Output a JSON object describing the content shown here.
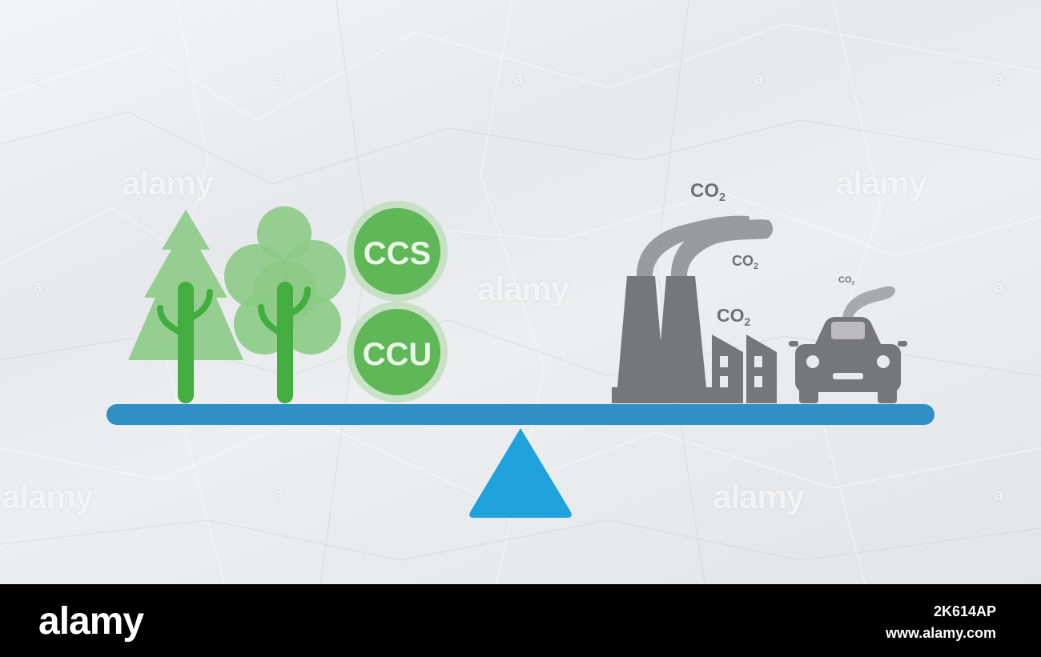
{
  "scene": {
    "badges": [
      {
        "label": "CCS"
      },
      {
        "label": "CCU"
      }
    ],
    "emission_labels": [
      {
        "text": "CO",
        "sub": "2"
      },
      {
        "text": "CO",
        "sub": "2"
      },
      {
        "text": "CO",
        "sub": "2"
      },
      {
        "text": "CO",
        "sub": "2"
      }
    ],
    "colors": {
      "tree_light": "#8ccb86",
      "tree_trunk": "#43ad3f",
      "badge": "#5fb758",
      "industry_gray": "#767779",
      "beam": "#2f8fc7",
      "fulcrum": "#1fa2dc"
    },
    "icons": [
      "pine-tree-icon",
      "deciduous-tree-icon",
      "factory-icon",
      "building-icon",
      "car-icon"
    ]
  },
  "watermarks": {
    "text": "alamy",
    "small": "a"
  },
  "footer": {
    "brand": "alamy",
    "image_id": "2K614AP",
    "site": "www.alamy.com"
  }
}
